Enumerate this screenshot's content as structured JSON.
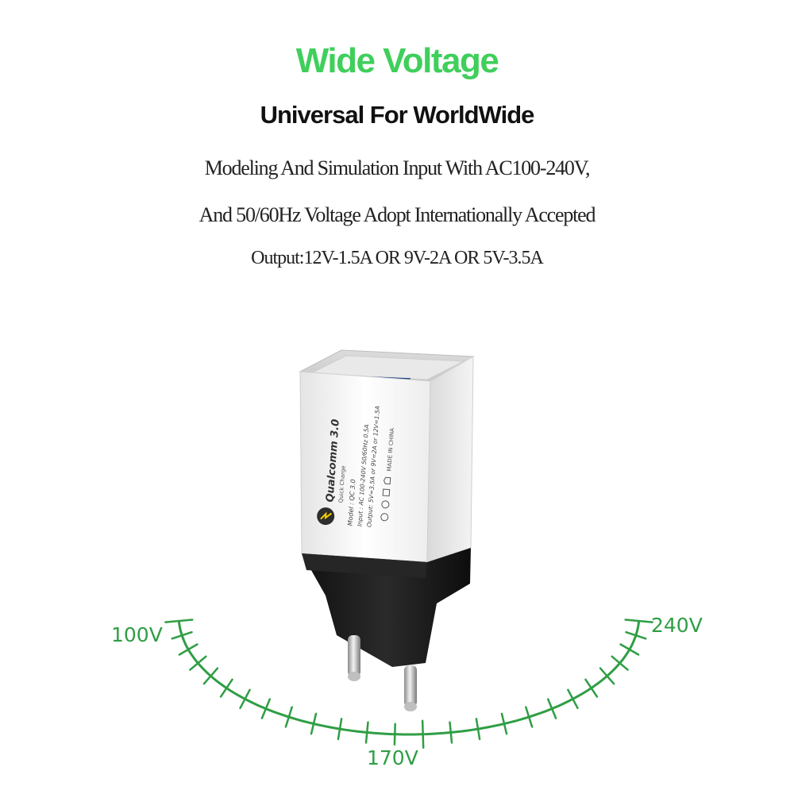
{
  "header": {
    "title": "Wide Voltage",
    "subtitle": "Universal For WorldWide"
  },
  "description": {
    "line1": "Modeling And Simulation Input With AC100-240V,",
    "line2": "And 50/60Hz Voltage Adopt Internationally Accepted",
    "line3": "Output:12V-1.5A OR 9V-2A OR 5V-3.5A"
  },
  "scale": {
    "label_min": "100V",
    "label_mid": "170V",
    "label_max": "240V",
    "color": "#2f9e44"
  },
  "charger": {
    "brand_text": "Qualcomm 3.0",
    "brand_sub": "Quick Charge",
    "model_line": "Model : QC 3.0",
    "input_line": "Input : AC 100-240V 50/60Hz 0.5A",
    "output_line": "Output: 5V=3.5A or 9V=2A or 12V=1.5A",
    "origin": "MADE IN CHINA",
    "body_color": "#f6f6f6",
    "base_color": "#1b1b1b",
    "port_color": "#1f6fd1"
  },
  "colors": {
    "title_green": "#3fcf5b",
    "scale_green": "#2f9e44"
  }
}
